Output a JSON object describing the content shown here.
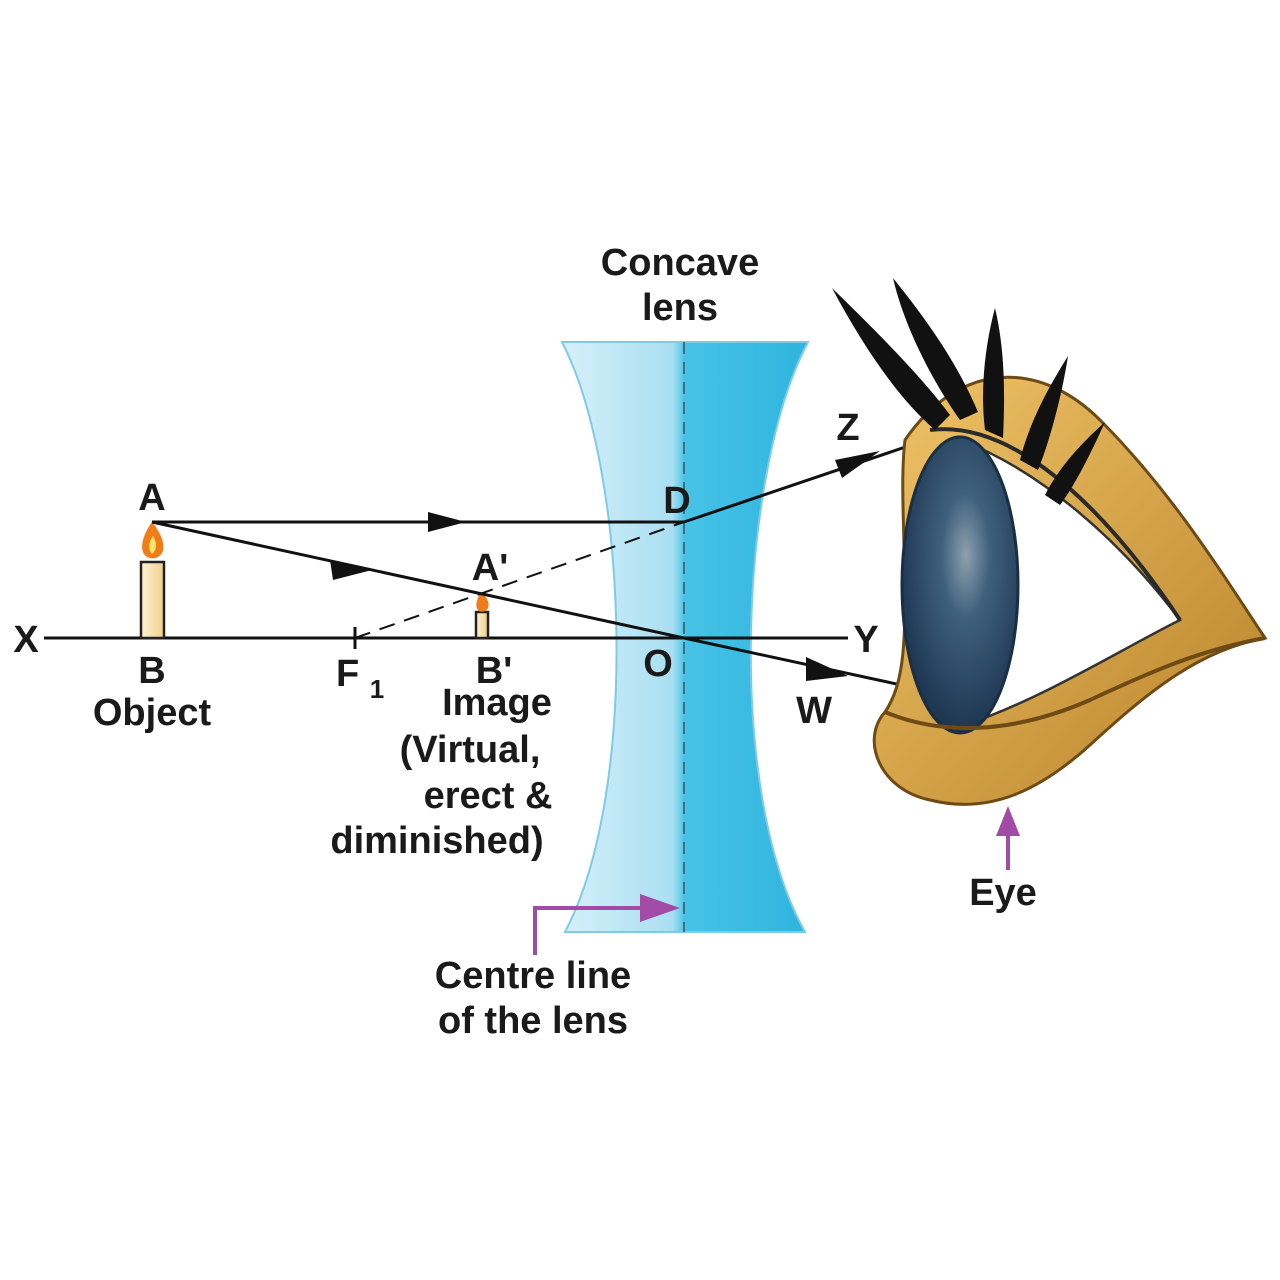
{
  "title": {
    "line1": "Concave",
    "line2": "lens"
  },
  "points": {
    "A": "A",
    "B": "B",
    "A_prime": "A'",
    "B_prime": "B'",
    "F": "F",
    "F_sub": "1",
    "O": "O",
    "D": "D",
    "X": "X",
    "Y": "Y",
    "Z": "Z",
    "W": "W"
  },
  "object_label": "Object",
  "image_label": {
    "line1": "Image",
    "line2": "(Virtual,",
    "line3": "erect &",
    "line4": "diminished)"
  },
  "centre_line_label": {
    "line1": "Centre line",
    "line2": "of the lens"
  },
  "eye_label": "Eye",
  "icons": [
    "candle-icon",
    "eye-icon",
    "concave-lens-icon"
  ],
  "colors": {
    "lens_light": "#bfe6f5",
    "lens_dark": "#3cbde3",
    "pointer": "#a14aa6",
    "ray": "#111111",
    "flame": "#f07d1a",
    "candle": "#f7dfa8",
    "eye_skin": "#d9a13c",
    "iris": "#2c4f6e"
  }
}
